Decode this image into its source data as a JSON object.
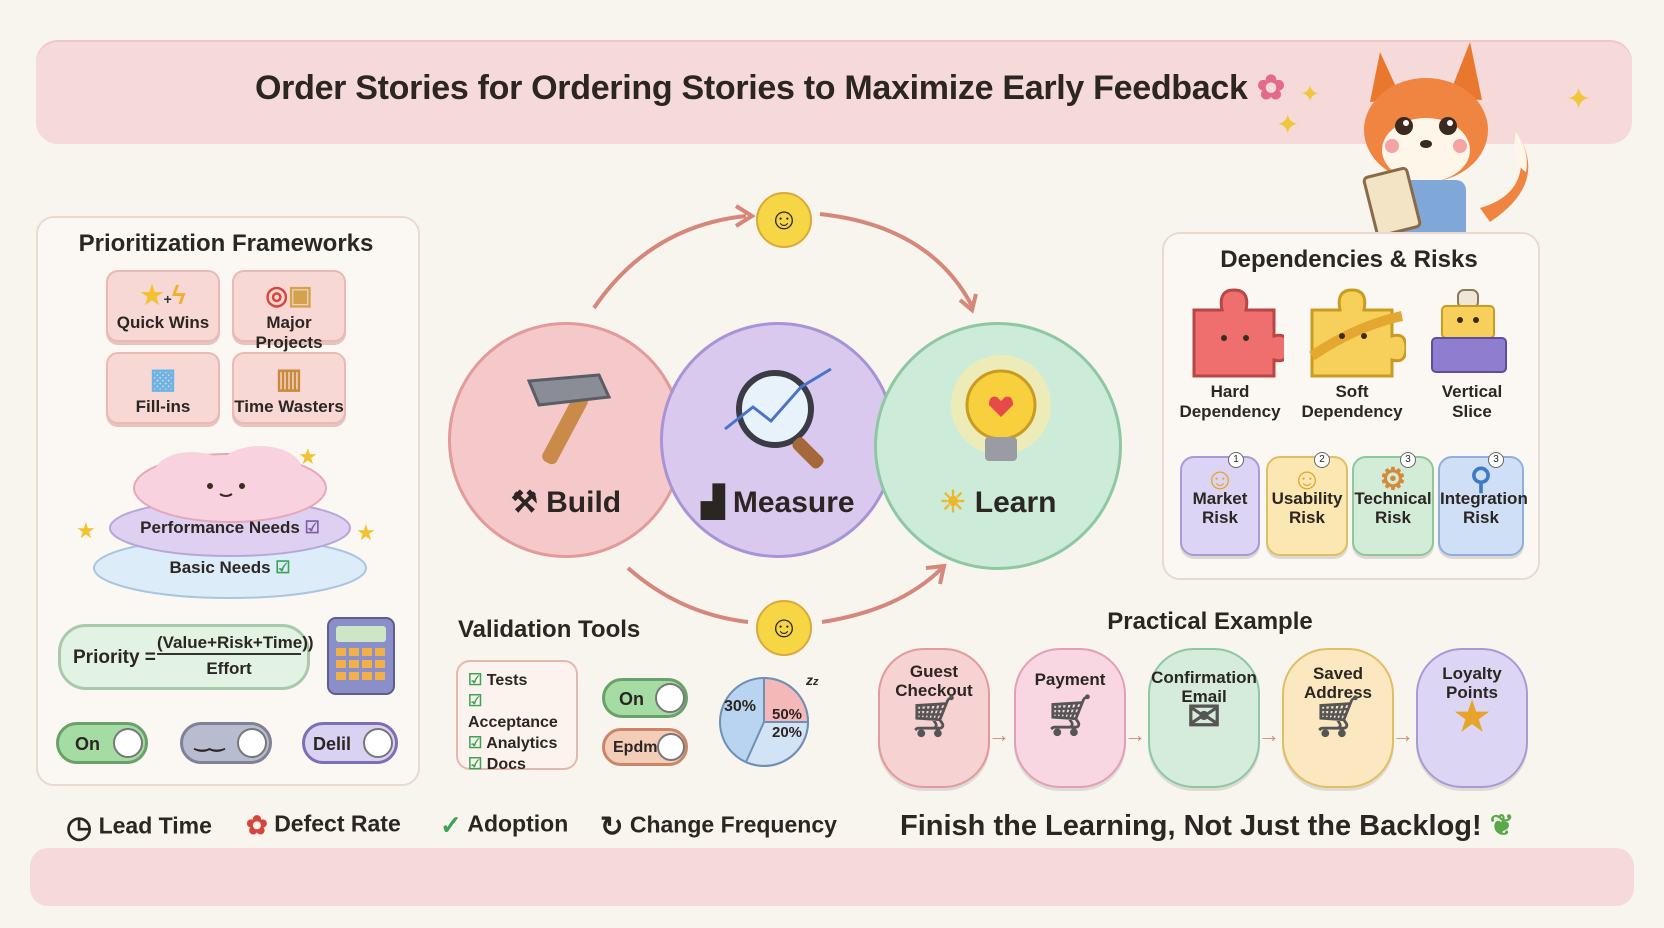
{
  "header": {
    "title": "Order Stories for Ordering Stories to Maximize Early Feedback"
  },
  "frameworks": {
    "heading": "Prioritization Frameworks",
    "quadrants": [
      "Quick Wins",
      "Major Projects",
      "Fill-ins",
      "Time Wasters"
    ],
    "cloud": {
      "top": "Performance Needs",
      "bottom": "Basic Needs"
    },
    "formula": {
      "label": "Priority =",
      "numerator": "(Value+Risk+Time))",
      "denominator": "Effort"
    },
    "toggles": [
      "On",
      "",
      "Delil"
    ]
  },
  "cycle": {
    "build": "Build",
    "measure": "Measure",
    "learn": "Learn"
  },
  "validation": {
    "heading": "Validation Tools",
    "checks": [
      "Tests",
      "Acceptance",
      "Analytics",
      "Docs"
    ],
    "toggle_on": "On",
    "toggle_epdm": "Epdm",
    "pie": {
      "a": "30%",
      "b": "50%",
      "c": "20%",
      "z": "z",
      "zz": "z"
    }
  },
  "deps": {
    "heading": "Dependencies & Risks",
    "items": [
      {
        "line1": "Hard",
        "line2": "Dependency"
      },
      {
        "line1": "Soft",
        "line2": "Dependency"
      },
      {
        "line1": "Vertical",
        "line2": "Slice"
      }
    ],
    "risks": [
      {
        "line1": "Market",
        "line2": "Risk",
        "badge": "1"
      },
      {
        "line1": "Usability",
        "line2": "Risk",
        "badge": "2"
      },
      {
        "line1": "Technical",
        "line2": "Risk",
        "badge": "3"
      },
      {
        "line1": "Integration",
        "line2": "Risk",
        "badge": "3"
      }
    ]
  },
  "example": {
    "heading": "Practical Example",
    "steps": [
      {
        "line1": "Guest",
        "line2": "Checkout"
      },
      {
        "line1": "Payment",
        "line2": ""
      },
      {
        "line1": "Confirmation",
        "line2": "Email"
      },
      {
        "line1": "Saved",
        "line2": "Address"
      },
      {
        "line1": "Loyalty",
        "line2": "Points"
      }
    ]
  },
  "footer": {
    "metrics": [
      "Lead Time",
      "Defect Rate",
      "Adoption",
      "Change Frequency"
    ],
    "slogan": "Finish the Learning, Not Just the Backlog!"
  },
  "colors": {
    "build": "#f5c9c9",
    "measure": "#d9c9ee",
    "learn": "#cdebd9",
    "banner": "#f6d9d9",
    "arc": "#d4877a"
  },
  "icons": [
    "star-icon",
    "lightning-icon",
    "target-icon",
    "box-icon",
    "puzzle-icon",
    "trash-basket-icon",
    "cloud-icon",
    "calculator-icon",
    "hammer-icon",
    "magnifier-icon",
    "lightbulb-icon",
    "smiley-icon",
    "fox-mascot",
    "clock-icon",
    "ladybug-icon",
    "trend-icon",
    "refresh-icon",
    "sprout-icon",
    "cart-icon"
  ]
}
